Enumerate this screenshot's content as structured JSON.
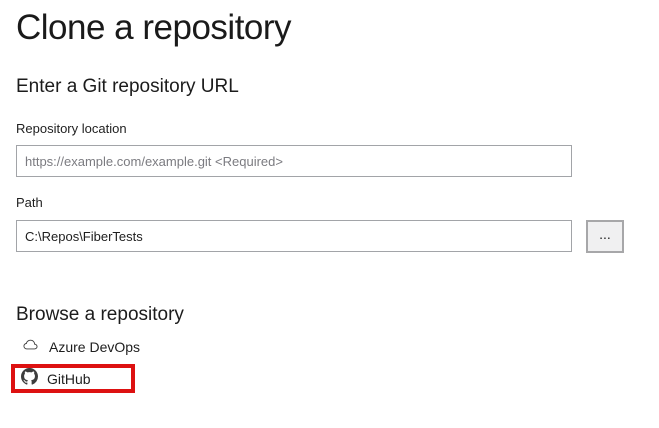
{
  "window": {
    "title": "Clone a repository"
  },
  "url_section": {
    "heading": "Enter a Git repository URL",
    "repository_location": {
      "label": "Repository location",
      "placeholder": "https://example.com/example.git <Required>",
      "value": ""
    },
    "path": {
      "label": "Path",
      "value": "C:\\Repos\\FiberTests",
      "browse_label": "..."
    }
  },
  "browse_section": {
    "heading": "Browse a repository",
    "providers": [
      {
        "label": "Azure DevOps",
        "icon": "cloud-icon",
        "highlighted": false
      },
      {
        "label": "GitHub",
        "icon": "github-icon",
        "highlighted": true
      }
    ]
  },
  "annotation": {
    "shape": "rectangle",
    "target": "GitHub",
    "color": "#dd1111"
  },
  "colors": {
    "background": "#ffffff",
    "text_dark": "#1a1a1a",
    "placeholder_gray": "#7b7b80",
    "input_border": "#a2a4a8",
    "button_background": "#f0f0f1",
    "button_border": "#a7a7a9",
    "icon_gray": "#3d3d3d",
    "highlight_red": "#dd1111"
  }
}
